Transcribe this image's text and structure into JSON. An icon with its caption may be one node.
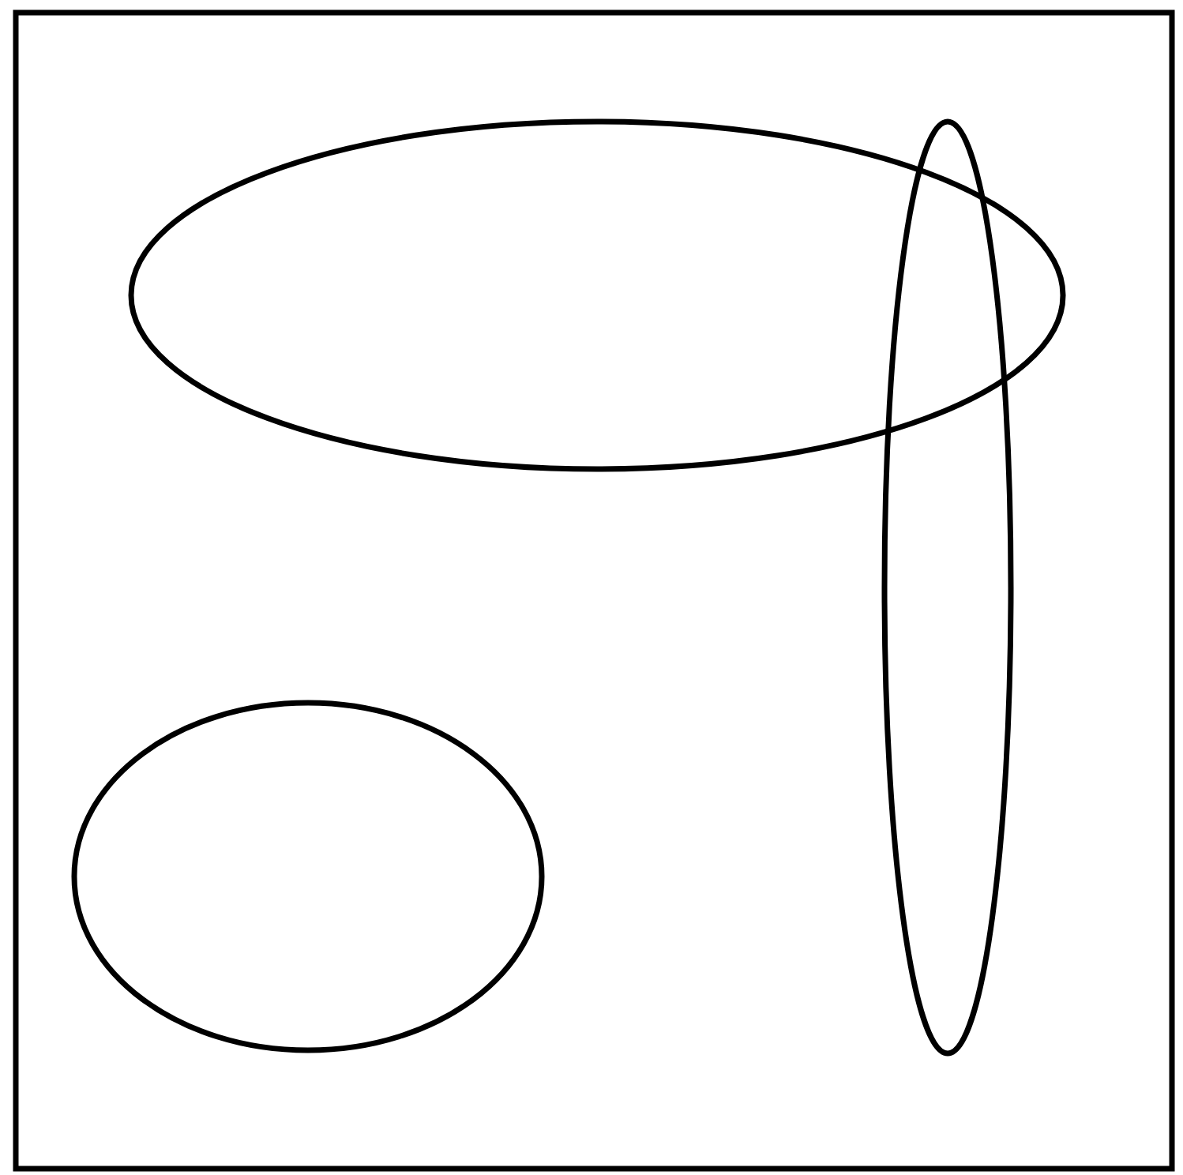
{
  "diagram": {
    "nodes": [
      {
        "text": [],
        "shape": "box"
      },
      {
        "text": [],
        "shape": "ellipse",
        "in": 0
      },
      {
        "text": [],
        "shape": "ellipse",
        "in": 0
      },
      {
        "text": [],
        "shape": "ellipse",
        "in": 0
      }
    ]
  }
}
